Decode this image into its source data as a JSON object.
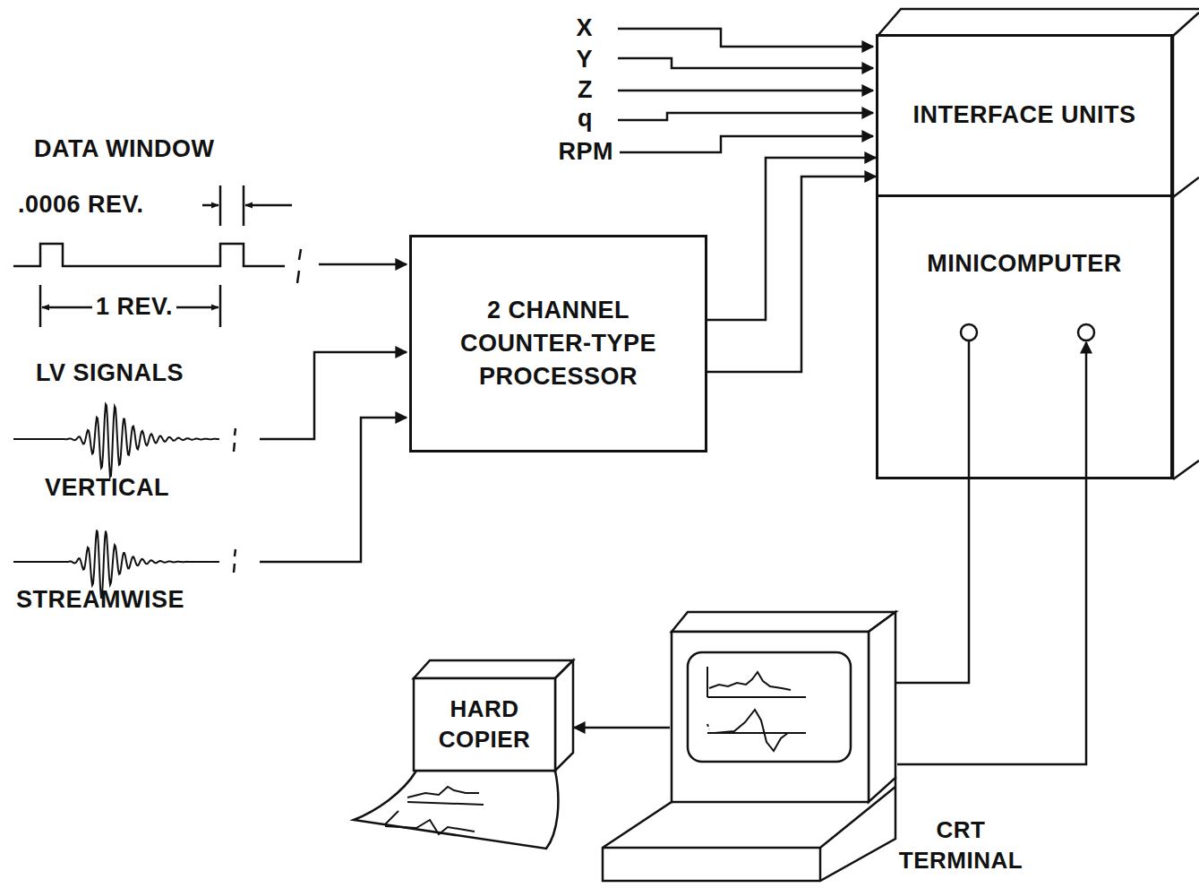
{
  "diagram": {
    "nodes": [
      {
        "text": [
          "2 CHANNEL COUNTER-TYPE PROCESSOR"
        ]
      },
      {
        "text": [
          "INTERFACE UNITS"
        ]
      },
      {
        "text": [
          "MINICOMPUTER"
        ]
      },
      {
        "text": [
          "CRT TERMINAL"
        ]
      },
      {
        "text": [
          "HARD COPIER"
        ]
      }
    ],
    "edges": [
      {
        "from": 0,
        "to": 1,
        "arrow": "to"
      },
      {
        "from": 0,
        "to": 1,
        "arrow": "to"
      },
      {
        "from": 2,
        "to": 3,
        "arrow": "to"
      },
      {
        "from": 3,
        "to": 2,
        "arrow": "to"
      },
      {
        "from": 3,
        "to": 4,
        "arrow": "to"
      }
    ],
    "labels": [
      "X",
      "Y",
      "Z",
      "q",
      "RPM",
      "DATA WINDOW",
      ".0006 REV.",
      "1 REV.",
      "LV SIGNALS",
      "VERTICAL",
      "STREAMWISE"
    ]
  }
}
